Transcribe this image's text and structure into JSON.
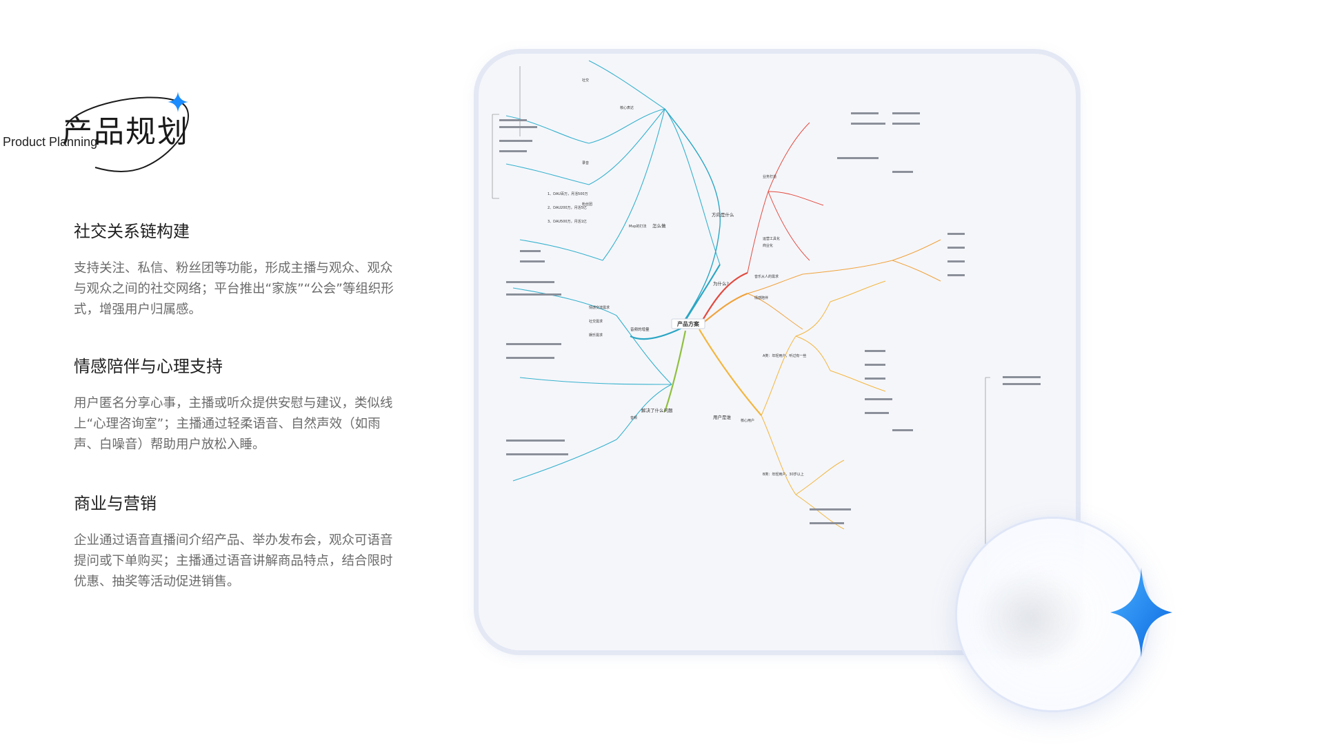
{
  "header": {
    "title": "产品规划",
    "subtitle": "Product Planning"
  },
  "sections": [
    {
      "title": "社交关系链构建",
      "body": "支持关注、私信、粉丝团等功能，形成主播与观众、观众与观众之间的社交网络；平台推出“家族”“公会”等组织形式，增强用户归属感。"
    },
    {
      "title": "情感陪伴与心理支持",
      "body": "用户匿名分享心事，主播或听众提供安慰与建议，类似线上“心理咨询室”；主播通过轻柔语音、自然声效（如雨声、白噪音）帮助用户放松入睡。"
    },
    {
      "title": "商业与营销",
      "body": "企业通过语音直播间介绍产品、举办发布会，观众可语音提问或下单购买；主播通过语音讲解商品特点，结合限时优惠、抽奖等活动促进销售。"
    }
  ],
  "mindmap": {
    "root": "产品方案",
    "branches": [
      {
        "label": "怎么做",
        "color": "#2aa6c4"
      },
      {
        "label": "方向是什么",
        "color": "#e2493e"
      },
      {
        "label": "为什么?",
        "color": "#f0a23a"
      },
      {
        "label": "用户是谁",
        "color": "#f3b63d"
      },
      {
        "label": "解决了什么问题",
        "color": "#8fbf3f"
      },
      {
        "label": "音频的增量",
        "color": "#2aa6c4"
      }
    ],
    "nodes": {
      "mvp": "Mvp的打法",
      "core_expr": "核心表达",
      "fans": "粉丝团",
      "social": "社交",
      "record": "录音",
      "phase1": "1、DAU百万，月活500万",
      "phase2": "2、DAU200万，月活5亿",
      "phase3": "3、DAU500万，月活1亿",
      "persona_a": "A类：年轻用户，听过有一些",
      "persona_b": "B类：年轻用户，30岁以上",
      "target": "核心用户",
      "why1": "音乐从人的需求",
      "why2": "情感陪伴",
      "dir1": "业务打造",
      "dir2": "运营工具化",
      "dir3": "商业化",
      "solve": "音频",
      "gain1": "情感交流需求",
      "gain2": "社交需求",
      "gain3": "娱乐需求"
    }
  },
  "colors": {
    "accent": "#1a8cff",
    "card_bg": "#f5f6fa",
    "card_border": "#e3e8f4"
  },
  "icons": [
    "sparkle-icon",
    "sparkle-large-icon",
    "magnifier-lens"
  ]
}
